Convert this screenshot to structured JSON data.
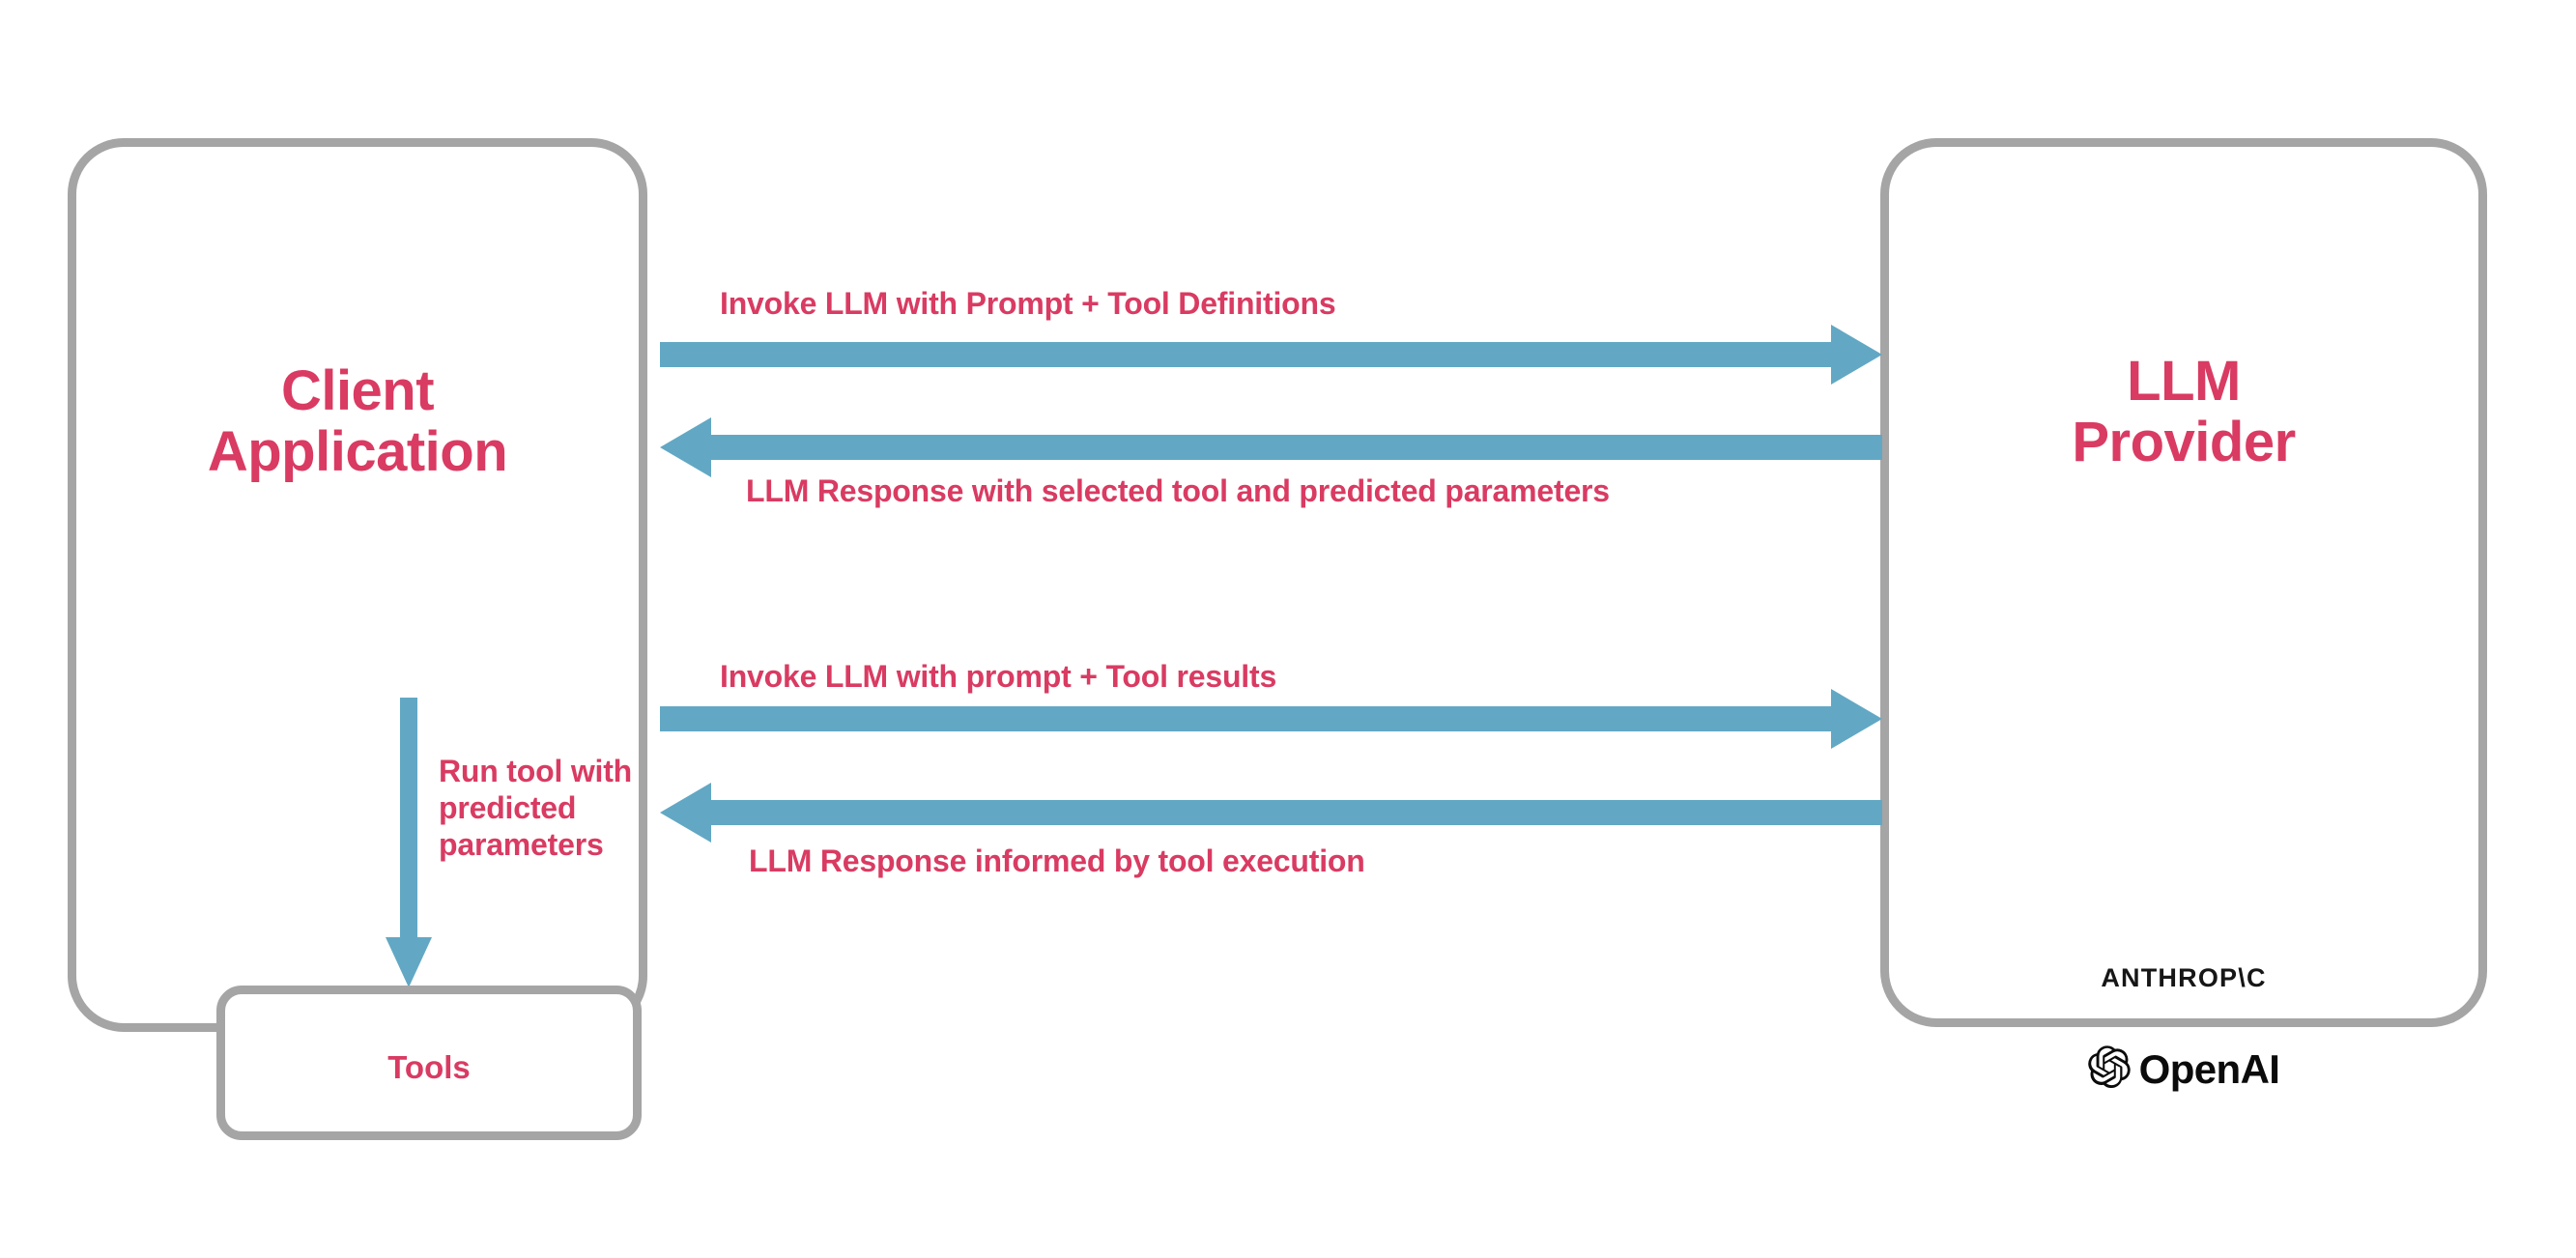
{
  "diagram": {
    "title": "LLM tool-calling sequence between a client application and an LLM provider",
    "colors": {
      "accent_pink": "#d93b62",
      "arrow_blue": "#62a8c4",
      "border_gray": "#a5a5a5",
      "background": "#ffffff",
      "logo_black": "#0b0b0b"
    }
  },
  "nodes": {
    "client": {
      "title_line_1": "Client",
      "title_line_2": "Application",
      "inner": {
        "tools_label": "Tools"
      }
    },
    "provider": {
      "title_line_1": "LLM",
      "title_line_2": "Provider",
      "brands": [
        {
          "name": "anthropic-wordmark",
          "label": "ANTHROP\\C"
        },
        {
          "name": "openai-wordmark",
          "label": "OpenAI"
        }
      ]
    }
  },
  "edges": [
    {
      "id": "invoke-tools",
      "label": "Invoke LLM with Prompt + Tool Definitions",
      "direction": "right",
      "from": "client",
      "to": "provider"
    },
    {
      "id": "llm-response-1",
      "label": "LLM Response with selected tool and predicted parameters",
      "direction": "left",
      "from": "provider",
      "to": "client"
    },
    {
      "id": "run-tool",
      "label": "Run tool with predicted parameters",
      "label_lines": [
        "Run tool with",
        "predicted",
        "parameters"
      ],
      "direction": "down",
      "from": "client",
      "to": "tools"
    },
    {
      "id": "invoke-results",
      "label": "Invoke LLM with prompt + Tool results",
      "direction": "right",
      "from": "client",
      "to": "provider"
    },
    {
      "id": "llm-response-2",
      "label": "LLM Response informed by tool execution",
      "direction": "left",
      "from": "provider",
      "to": "client"
    }
  ]
}
